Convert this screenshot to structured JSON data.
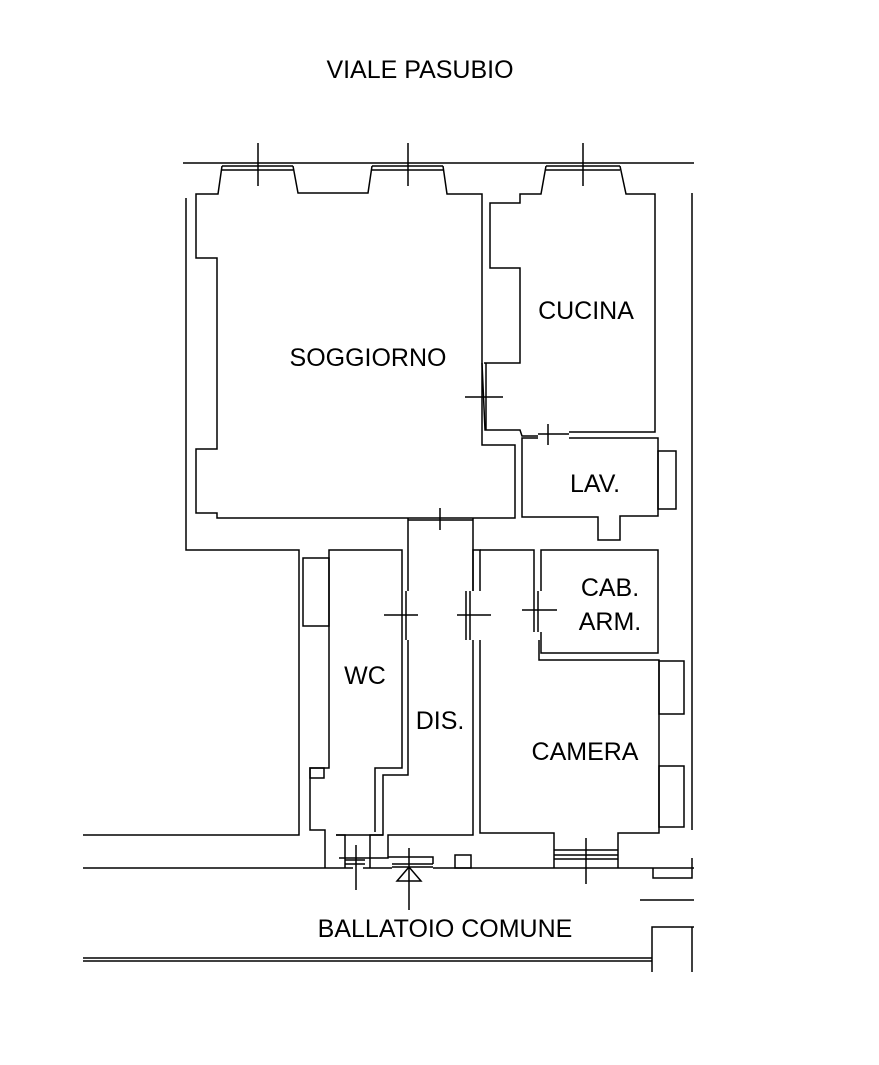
{
  "street_label": "VIALE PASUBIO",
  "corridor_label": "BALLATOIO COMUNE",
  "rooms": {
    "soggiorno": "SOGGIORNO",
    "cucina": "CUCINA",
    "lavanderia": "LAV.",
    "cabina_armadio_1": "CAB.",
    "cabina_armadio_2": "ARM.",
    "wc": "WC",
    "disimpegno": "DIS.",
    "camera": "CAMERA"
  }
}
